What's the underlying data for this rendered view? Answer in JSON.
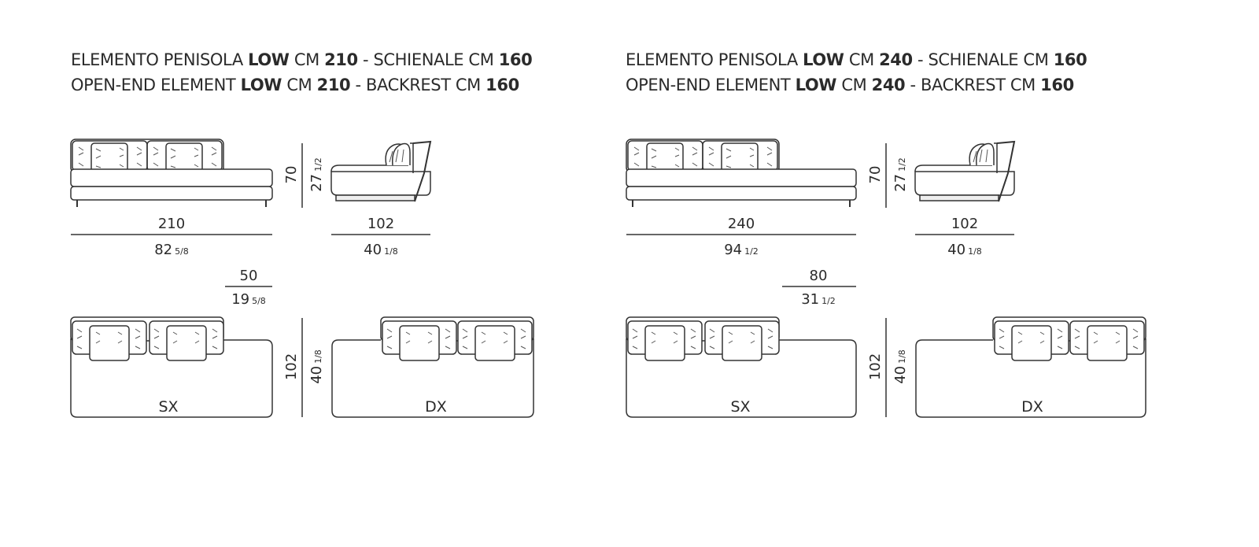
{
  "panels": [
    {
      "title_it": {
        "a": "ELEMENTO PENISOLA ",
        "low": "LOW",
        "b": " CM ",
        "w": "210",
        "c": " - SCHIENALE CM ",
        "back": "160"
      },
      "title_en": {
        "a": "OPEN-END ELEMENT ",
        "low": "LOW",
        "b": " CM ",
        "w": "210",
        "c": " - BACKREST CM ",
        "back": "160"
      },
      "front_width_cm": "210",
      "front_width_in": {
        "whole": "82",
        "frac": "5/8"
      },
      "height_cm": "70",
      "height_in": {
        "whole": "27",
        "frac": "1/2"
      },
      "side_depth_cm": "102",
      "side_depth_in": {
        "whole": "40",
        "frac": "1/8"
      },
      "backrest_cm": "50",
      "backrest_in": {
        "whole": "19",
        "frac": "5/8"
      },
      "plan_depth_cm": "102",
      "plan_depth_in": {
        "whole": "40",
        "frac": "1/8"
      },
      "left_label": "SX",
      "right_label": "DX"
    },
    {
      "title_it": {
        "a": "ELEMENTO PENISOLA ",
        "low": "LOW",
        "b": " CM ",
        "w": "240",
        "c": " - SCHIENALE CM ",
        "back": "160"
      },
      "title_en": {
        "a": "OPEN-END ELEMENT ",
        "low": "LOW",
        "b": " CM ",
        "w": "240",
        "c": " - BACKREST CM ",
        "back": "160"
      },
      "front_width_cm": "240",
      "front_width_in": {
        "whole": "94",
        "frac": "1/2"
      },
      "height_cm": "70",
      "height_in": {
        "whole": "27",
        "frac": "1/2"
      },
      "side_depth_cm": "102",
      "side_depth_in": {
        "whole": "40",
        "frac": "1/8"
      },
      "backrest_cm": "80",
      "backrest_in": {
        "whole": "31",
        "frac": "1/2"
      },
      "plan_depth_cm": "102",
      "plan_depth_in": {
        "whole": "40",
        "frac": "1/8"
      },
      "left_label": "SX",
      "right_label": "DX"
    }
  ]
}
